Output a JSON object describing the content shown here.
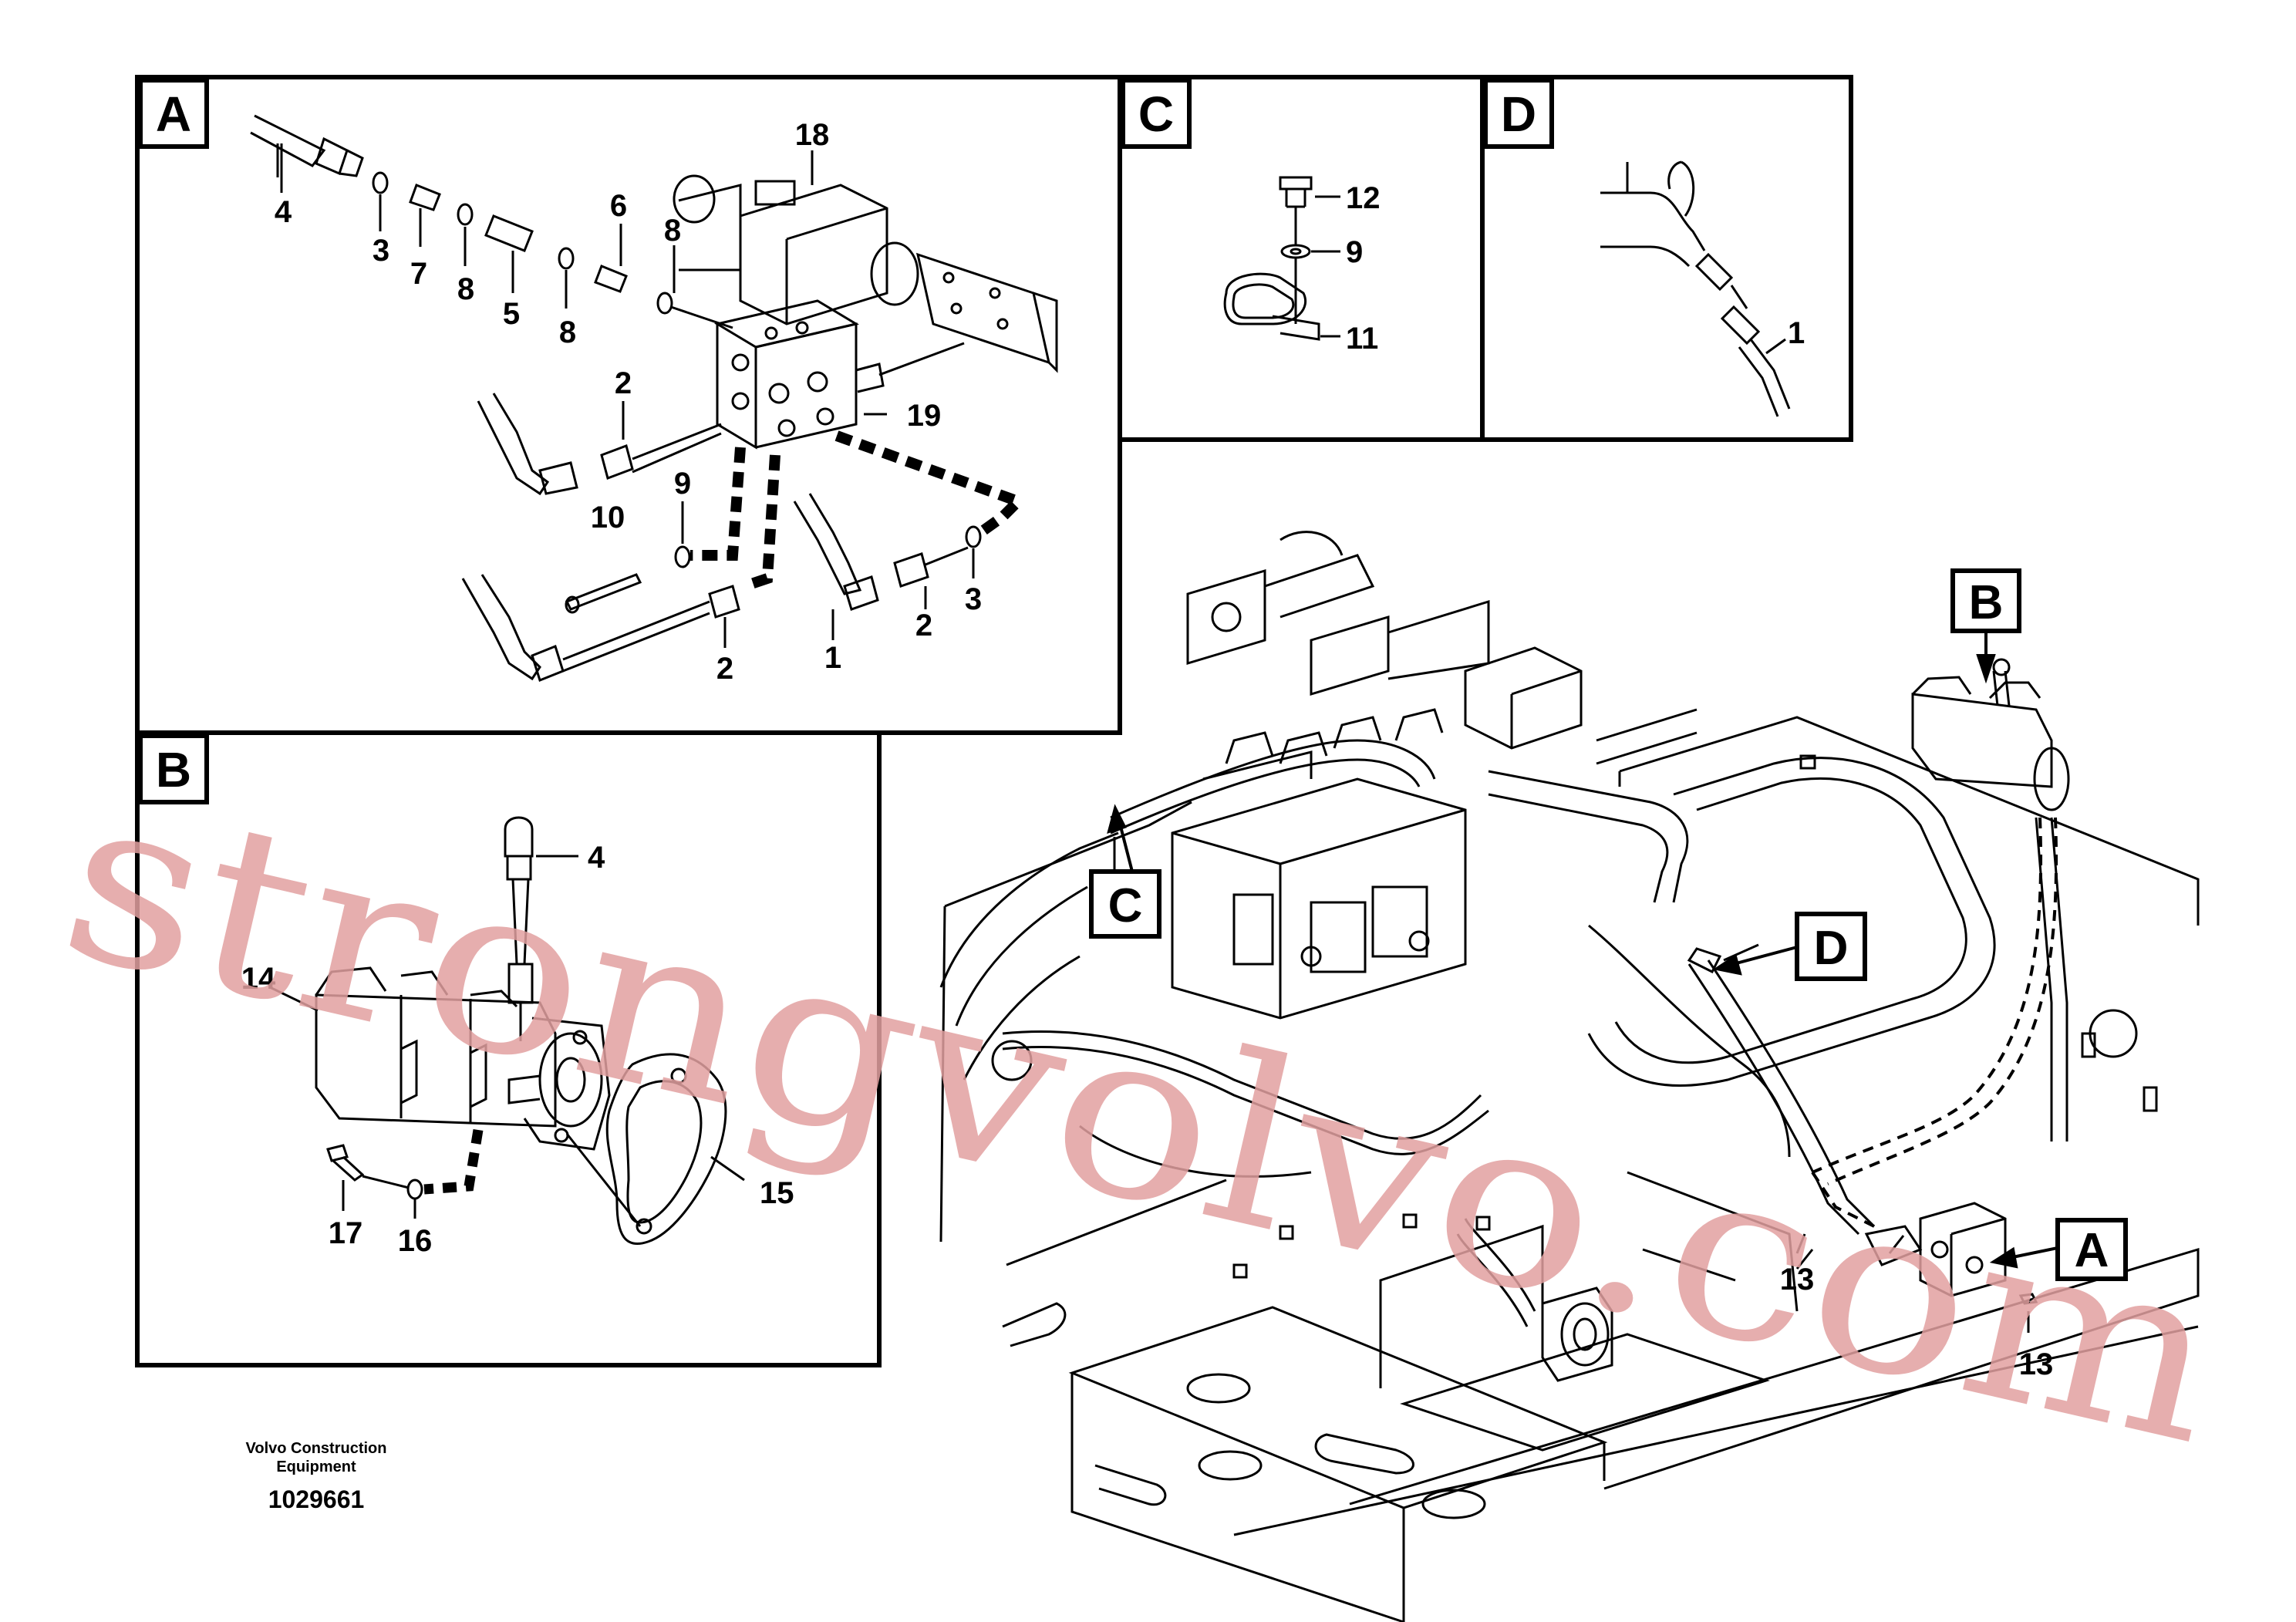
{
  "panels": {
    "a": {
      "letter": "A",
      "labels": [
        "18",
        "4",
        "3",
        "7",
        "8",
        "5",
        "8",
        "6",
        "8",
        "2",
        "19",
        "9",
        "10",
        "2",
        "1",
        "2",
        "3"
      ]
    },
    "b": {
      "letter": "B",
      "labels": [
        "4",
        "14",
        "15",
        "17",
        "16"
      ]
    },
    "c": {
      "letter": "C",
      "labels": [
        "12",
        "9",
        "11"
      ]
    },
    "d": {
      "letter": "D",
      "labels": [
        "1"
      ]
    }
  },
  "main_view": {
    "callouts": [
      "B",
      "C",
      "D",
      "A"
    ],
    "labels": [
      "13",
      "13"
    ]
  },
  "footer": {
    "company_line1": "Volvo Construction",
    "company_line2": "Equipment",
    "drawing_number": "1029661"
  },
  "watermark": {
    "text": "strongvolvo.com",
    "color": "#e2a0a0"
  },
  "colors": {
    "line": "#000000",
    "background": "#ffffff"
  }
}
